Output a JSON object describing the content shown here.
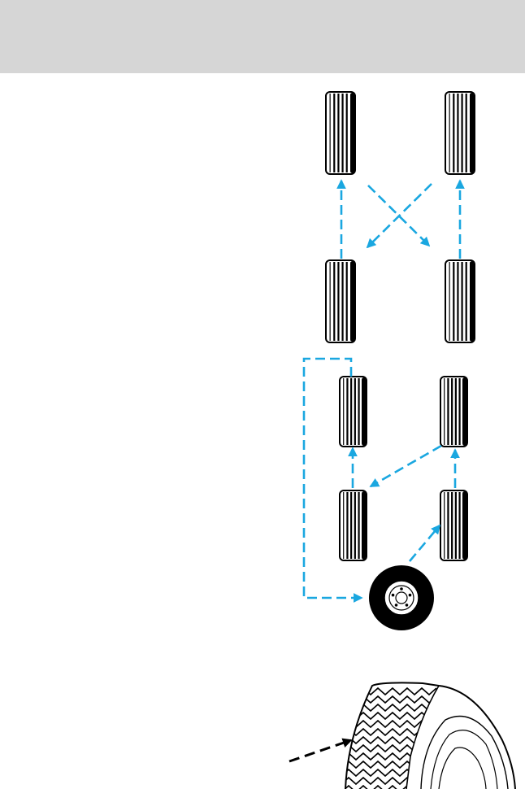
{
  "colors": {
    "header_band": "#d6d6d6",
    "rotation_arrow": "#1aa7e0",
    "tire_ink": "#000000",
    "paper": "#ffffff"
  },
  "icons": {
    "header": "grey-header-band",
    "diagram_top": "four-tire-cross-rotation-diagram",
    "diagram_middle": "five-tire-rotation-with-spare-diagram",
    "diagram_bottom": "tire-tread-pattern-with-pointer-arrow"
  }
}
